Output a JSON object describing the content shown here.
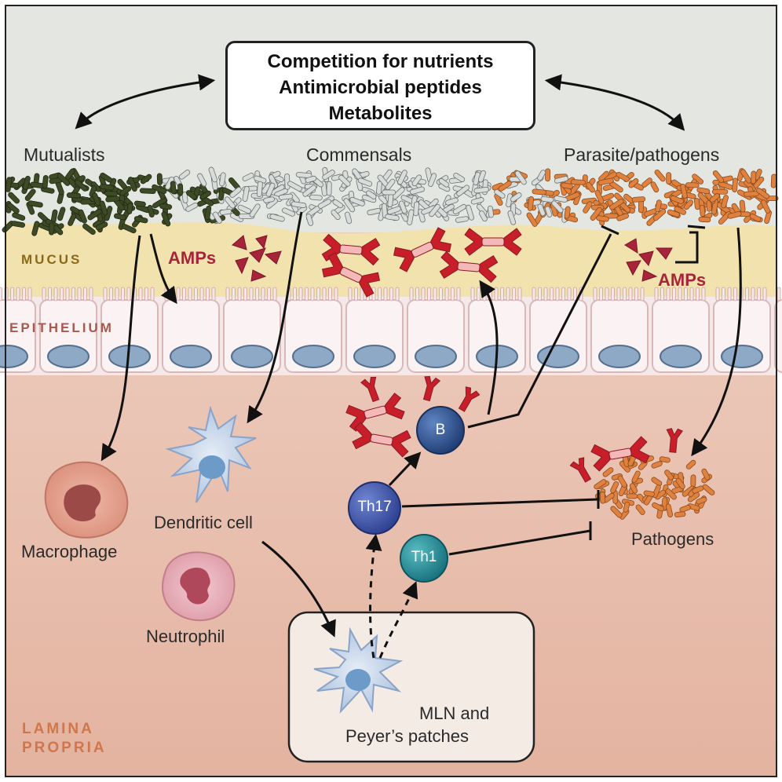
{
  "top_box": {
    "line1": "Competition for nutrients",
    "line2": "Antimicrobial peptides",
    "line3": "Metabolites"
  },
  "groups": {
    "mutualists": "Mutualists",
    "commensals": "Commensals",
    "pathogens": "Parasite/pathogens"
  },
  "layers": {
    "mucus": "MUCUS",
    "epithelium": "EPITHELIUM",
    "lamina_line1": "LAMINA",
    "lamina_line2": "PROPRIA"
  },
  "amps_left": "AMPs",
  "amps_right": "AMPs",
  "cells": {
    "macrophage": "Macrophage",
    "dendritic": "Dendritic cell",
    "neutrophil": "Neutrophil",
    "b_cell": "B",
    "th17": "Th17",
    "th1": "Th1",
    "pathogens": "Pathogens"
  },
  "mln_box": {
    "line1": "MLN and",
    "line2": "Peyer’s patches"
  },
  "colors": {
    "background_top": "#e4e6e2",
    "mucus": "#f2e2ae",
    "lamina": "#edc6b4",
    "mutualist": "#3d4a25",
    "commensal": "#d8dcda",
    "pathogen": "#e0823f",
    "amp": "#a8243a",
    "antibody": "#c81e2a",
    "b_cell": "#2c4f8c",
    "th1": "#1d8a95",
    "mucus_label": "#8a6a1a",
    "epithelium_label": "#a65a50",
    "lamina_label": "#d0764a"
  }
}
